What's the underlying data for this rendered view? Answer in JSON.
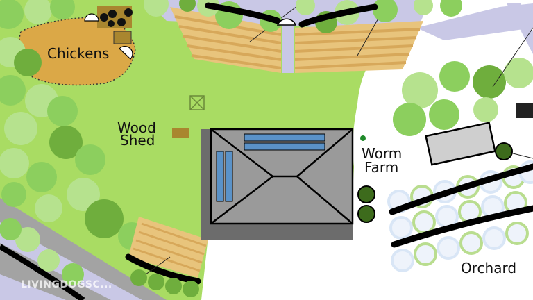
{
  "map": {
    "labels": {
      "chickens": "Chickens",
      "wood_shed_line1": "Wood",
      "wood_shed_line2": "Shed",
      "worm_farm_line1": "Worm",
      "worm_farm_line2": "Farm",
      "orchard": "Orchard"
    },
    "watermark": "LIVINGDOGSC..."
  },
  "colors": {
    "lawn": "#a9dc63",
    "paving": "#ffffff",
    "path": "#c9c8e6",
    "garden_bed": "#e8c47c",
    "bed_stripe": "#d7a85a",
    "chicken_run": "#dba847",
    "tree_light": "#b6e28e",
    "tree_mid": "#8ccf5e",
    "tree_dark": "#6fae3d",
    "house_roof": "#9a9a9a",
    "house_shadow": "#6c6c6c",
    "solar_panel": "#5a92c8",
    "shed": "#a9862f",
    "bin": "#3d6b1c",
    "orchard_tree_fill": "#eef3fb",
    "orchard_tree_ring": "#b9dd8f",
    "hedge": "#000000"
  }
}
